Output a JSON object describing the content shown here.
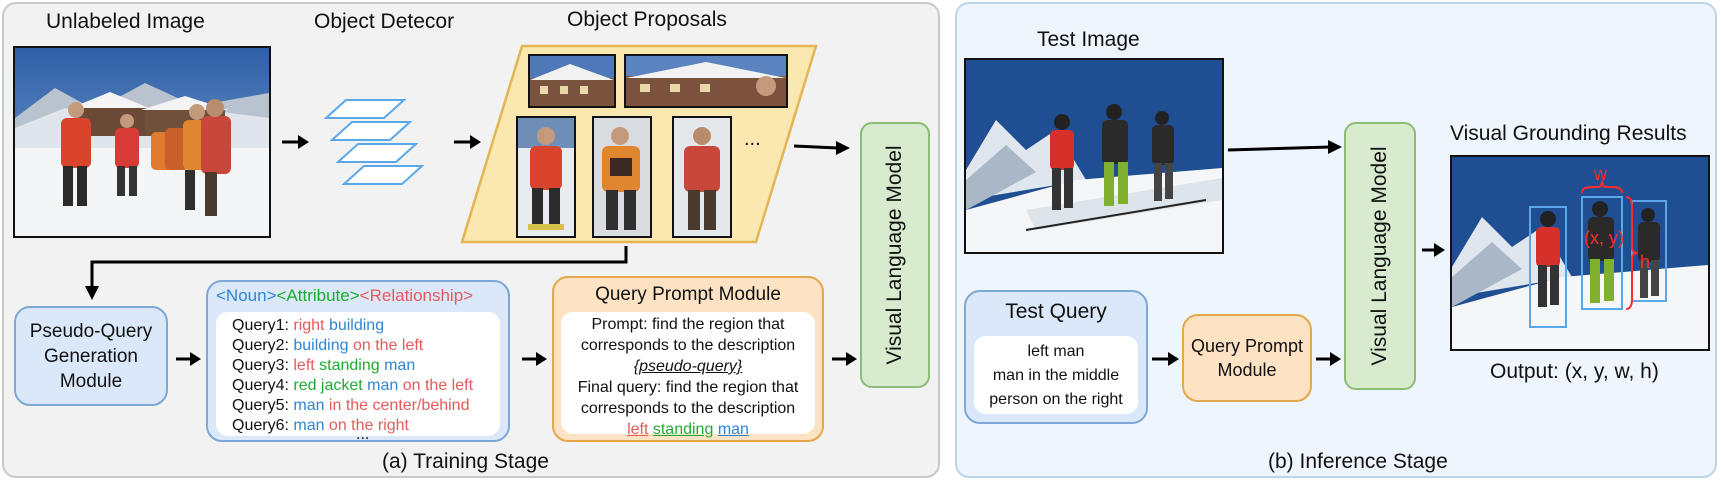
{
  "training": {
    "unlabeled_image_title": "Unlabeled Image",
    "object_detector_title": "Object Detecor",
    "object_proposals_title": "Object Proposals",
    "proposals_ellipsis": "...",
    "vlm_label": "Visual Language Model",
    "pseudo_query_module": "Pseudo-Query Generation Module",
    "legend": {
      "noun": "<Noun>",
      "attribute": "<Attribute>",
      "relationship": "<Relationship>"
    },
    "queries": [
      {
        "prefix": "Query1: ",
        "parts": [
          {
            "text": "right ",
            "kind": "rel"
          },
          {
            "text": "building",
            "kind": "noun"
          }
        ]
      },
      {
        "prefix": "Query2: ",
        "parts": [
          {
            "text": "building",
            "kind": "noun"
          },
          {
            "text": " on the left",
            "kind": "rel"
          }
        ]
      },
      {
        "prefix": "Query3: ",
        "parts": [
          {
            "text": "left ",
            "kind": "rel"
          },
          {
            "text": "standing ",
            "kind": "attr"
          },
          {
            "text": "man",
            "kind": "noun"
          }
        ]
      },
      {
        "prefix": "Query4: ",
        "parts": [
          {
            "text": "red jacket ",
            "kind": "attr"
          },
          {
            "text": "man",
            "kind": "noun"
          },
          {
            "text": " on the left",
            "kind": "rel"
          }
        ]
      },
      {
        "prefix": "Query5: ",
        "parts": [
          {
            "text": "man",
            "kind": "noun"
          },
          {
            "text": " in the center/behind",
            "kind": "rel"
          }
        ]
      },
      {
        "prefix": "Query6: ",
        "parts": [
          {
            "text": "man",
            "kind": "noun"
          },
          {
            "text": " on the right",
            "kind": "rel"
          }
        ]
      }
    ],
    "queries_ellipsis": "...",
    "query_prompt_title": "Query Prompt Module",
    "prompt_line1": "Prompt: find the region that",
    "prompt_line2": "corresponds to the description",
    "prompt_placeholder": "{pseudo-query}",
    "final_line1": "Final query: find the region that",
    "final_line2": "corresponds to the description",
    "final_rel": "left",
    "final_attr": "standing",
    "final_noun": "man",
    "stage_label": "(a) Training Stage"
  },
  "inference": {
    "test_image_title": "Test Image",
    "test_query_title": "Test Query",
    "test_queries": [
      "left man",
      "man in the middle",
      "person on the right"
    ],
    "query_prompt_module": "Query Prompt Module",
    "vlm_label": "Visual Language Model",
    "results_title": "Visual Grounding Results",
    "label_w": "w",
    "label_xy": "(x, y)",
    "label_h": "h",
    "output_text": "Output: (x, y, w, h)",
    "stage_label": "(b) Inference Stage"
  },
  "colors": {
    "noun": "#2f85d4",
    "attribute": "#1faa32",
    "relationship": "#e55a5a",
    "box_blue": "#dae8f9",
    "box_orange": "#fde2c4",
    "box_green": "#d8ebcf",
    "proposal_panel": "#fbe7b0",
    "grounding_red": "#ff2a2a",
    "grounding_blue": "#5aa7ea"
  }
}
